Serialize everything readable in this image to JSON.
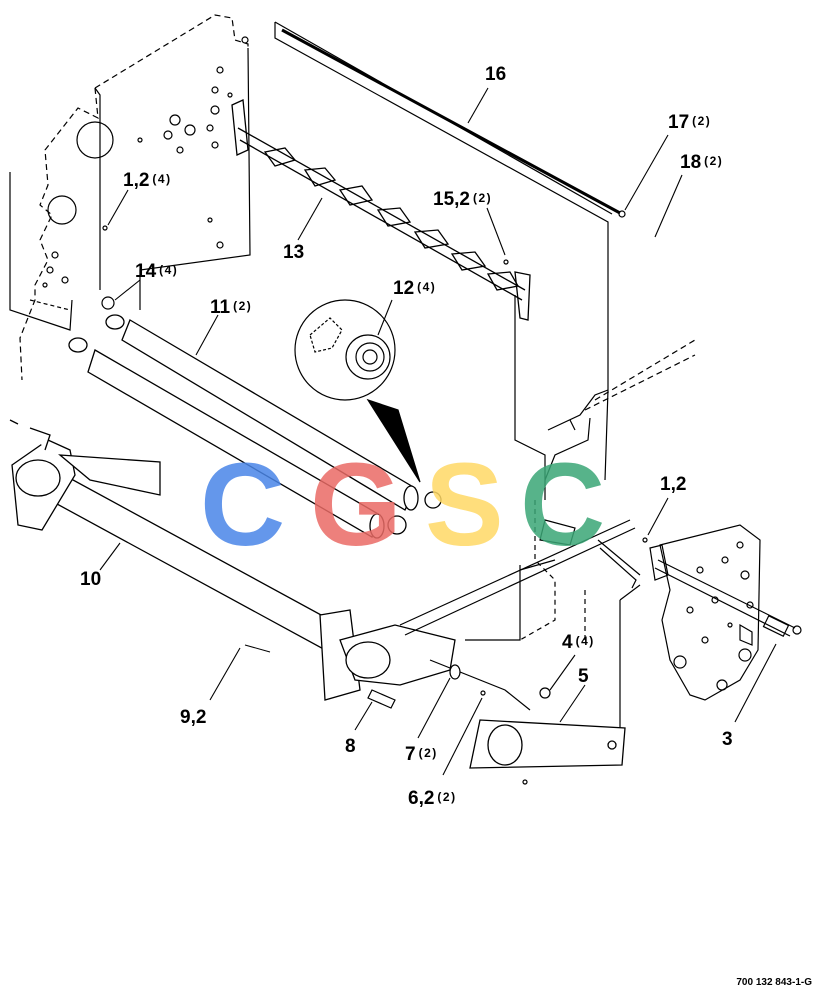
{
  "figure_ref": "700 132 843-1-G",
  "watermark": {
    "letters": [
      {
        "char": "C",
        "color": "#4a86e8"
      },
      {
        "char": "G",
        "color": "#ea6b66"
      },
      {
        "char": "S",
        "color": "#ffd966"
      },
      {
        "char": "C",
        "color": "#3aa676"
      }
    ]
  },
  "callouts": [
    {
      "id": "c16",
      "label": "16",
      "qty": ""
    },
    {
      "id": "c17",
      "label": "17",
      "qty": "(2)"
    },
    {
      "id": "c18",
      "label": "18",
      "qty": "(2)"
    },
    {
      "id": "c1_2a",
      "label": "1,2",
      "qty": "(4)"
    },
    {
      "id": "c15",
      "label": "15,2",
      "qty": "(2)"
    },
    {
      "id": "c13",
      "label": "13",
      "qty": ""
    },
    {
      "id": "c14",
      "label": "14",
      "qty": "(4)"
    },
    {
      "id": "c11",
      "label": "11",
      "qty": "(2)"
    },
    {
      "id": "c12",
      "label": "12",
      "qty": "(4)"
    },
    {
      "id": "c1_2b",
      "label": "1,2",
      "qty": ""
    },
    {
      "id": "c10",
      "label": "10",
      "qty": ""
    },
    {
      "id": "c4",
      "label": "4",
      "qty": "(4)"
    },
    {
      "id": "c5",
      "label": "5",
      "qty": ""
    },
    {
      "id": "c3",
      "label": "3",
      "qty": ""
    },
    {
      "id": "c9",
      "label": "9,2",
      "qty": ""
    },
    {
      "id": "c8",
      "label": "8",
      "qty": ""
    },
    {
      "id": "c7",
      "label": "7",
      "qty": "(2)"
    },
    {
      "id": "c6",
      "label": "6,2",
      "qty": "(2)"
    }
  ]
}
